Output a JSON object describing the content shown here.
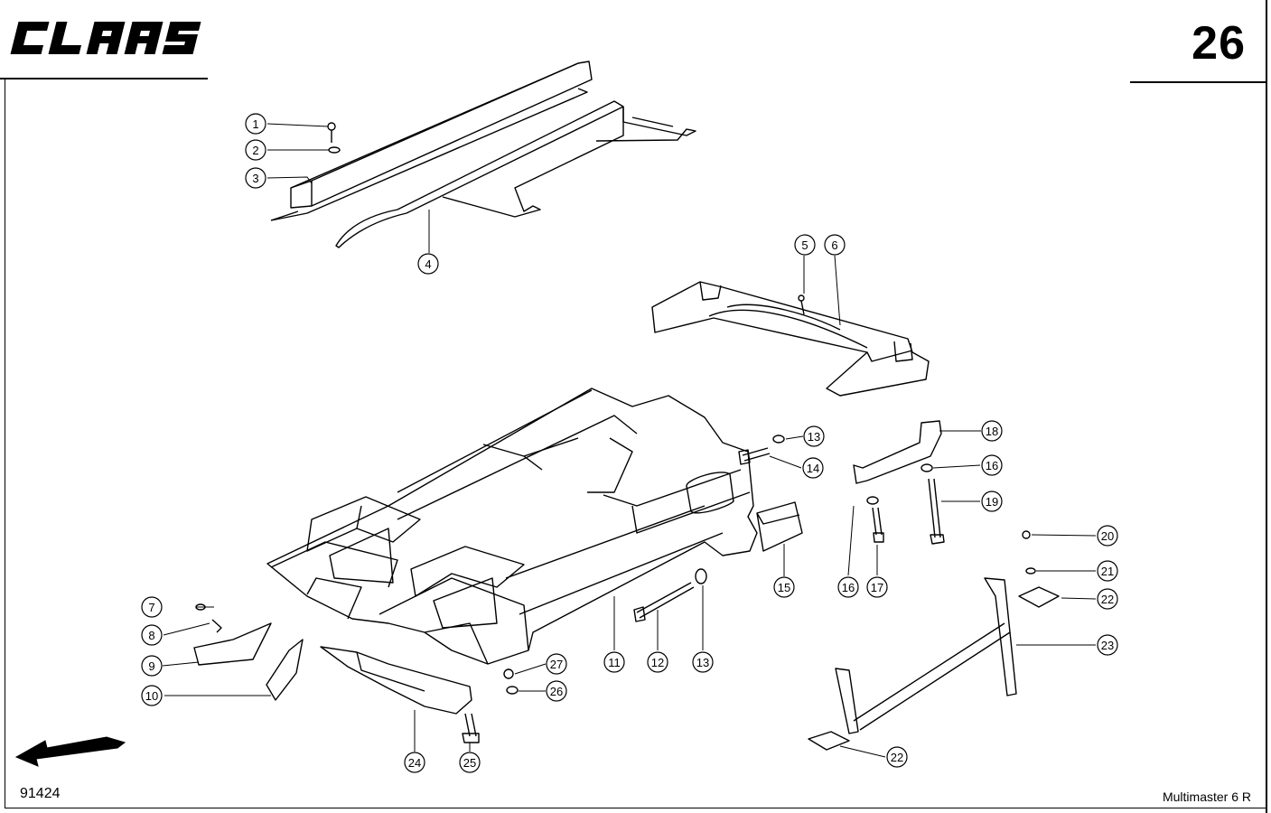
{
  "header": {
    "brand": "CLAAS",
    "page_number": "26"
  },
  "footer": {
    "reference": "91424",
    "model": "Multimaster 6 R"
  },
  "callouts": [
    "1",
    "2",
    "3",
    "4",
    "5",
    "6",
    "7",
    "8",
    "9",
    "10",
    "11",
    "12",
    "13",
    "13",
    "14",
    "15",
    "16",
    "16",
    "17",
    "18",
    "19",
    "20",
    "21",
    "22",
    "22",
    "23",
    "24",
    "25",
    "26",
    "27"
  ],
  "icons": {
    "direction_arrow": "arrow-left-down-icon"
  }
}
